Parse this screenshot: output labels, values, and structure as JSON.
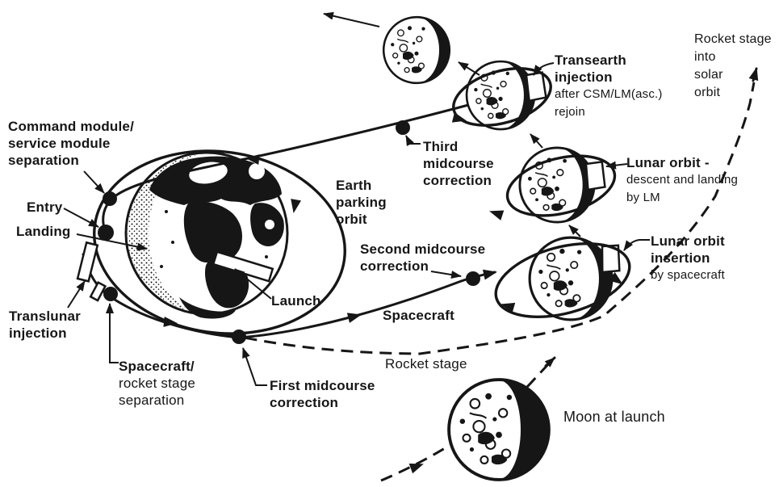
{
  "diagram": {
    "subject": "Apollo lunar mission profile",
    "colors": {
      "ink": "#161616",
      "background": "#ffffff"
    }
  },
  "labels": {
    "cm_sm_separation": {
      "lines": [
        "Command module/",
        "service module",
        "separation"
      ]
    },
    "entry": {
      "text": "Entry"
    },
    "landing": {
      "text": "Landing"
    },
    "translunar_injection": {
      "lines": [
        "Translunar",
        "injection"
      ]
    },
    "spacecraft_rocket_stage_separation": {
      "lines": [
        "Spacecraft/",
        "rocket stage",
        "separation"
      ]
    },
    "launch": {
      "text": "Launch"
    },
    "earth_parking_orbit": {
      "lines": [
        "Earth",
        "parking",
        "orbit"
      ]
    },
    "first_midcourse_correction": {
      "lines": [
        "First midcourse",
        "correction"
      ]
    },
    "second_midcourse_correction": {
      "lines": [
        "Second midcourse",
        "correction"
      ]
    },
    "third_midcourse_correction": {
      "lines": [
        "Third",
        "midcourse",
        "correction"
      ]
    },
    "spacecraft_path": {
      "text": "Spacecraft"
    },
    "rocket_stage_path": {
      "text": "Rocket stage"
    },
    "transearth_injection": {
      "lines": [
        "Transearth",
        "injection",
        "after CSM/LM(asc.)",
        "rejoin"
      ]
    },
    "rocket_stage_solar_orbit": {
      "lines": [
        "Rocket stage",
        "into",
        "solar",
        "orbit"
      ]
    },
    "lunar_orbit_descent": {
      "lines": [
        "Lunar orbit -",
        "descent and landing",
        "by LM"
      ]
    },
    "lunar_orbit_insertion": {
      "lines": [
        "Lunar orbit",
        "insertion",
        "by spacecraft"
      ]
    },
    "moon_at_launch": {
      "text": "Moon at launch"
    }
  }
}
